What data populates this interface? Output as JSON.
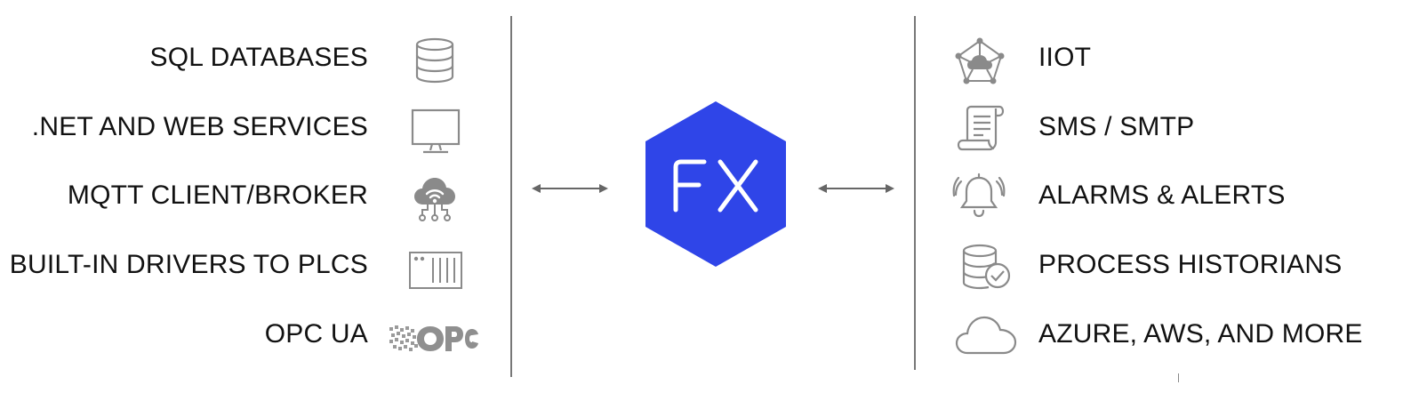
{
  "inputs": [
    {
      "label": "SQL DATABASES",
      "icon": "database-icon"
    },
    {
      "label": ".NET AND WEB SERVICES",
      "icon": "monitor-icon"
    },
    {
      "label": "MQTT CLIENT/BROKER",
      "icon": "cloud-network-icon"
    },
    {
      "label": "BUILT-IN DRIVERS TO PLCS",
      "icon": "plc-driver-icon"
    },
    {
      "label": "OPC UA",
      "icon": "opc-logo-icon"
    }
  ],
  "outputs": [
    {
      "label": "IIOT",
      "icon": "iiot-network-icon"
    },
    {
      "label": "SMS / SMTP",
      "icon": "scroll-document-icon"
    },
    {
      "label": "ALARMS & ALERTS",
      "icon": "alarm-bell-icon"
    },
    {
      "label": "PROCESS HISTORIANS",
      "icon": "database-check-icon"
    },
    {
      "label": "AZURE, AWS, AND MORE",
      "icon": "cloud-icon"
    }
  ],
  "center": {
    "logo_text": "FX",
    "logo_color": "#2F45E8"
  },
  "colors": {
    "icon_gray": "#8A8A8A",
    "divider": "#777777",
    "arrow": "#666666",
    "text": "#111111"
  }
}
